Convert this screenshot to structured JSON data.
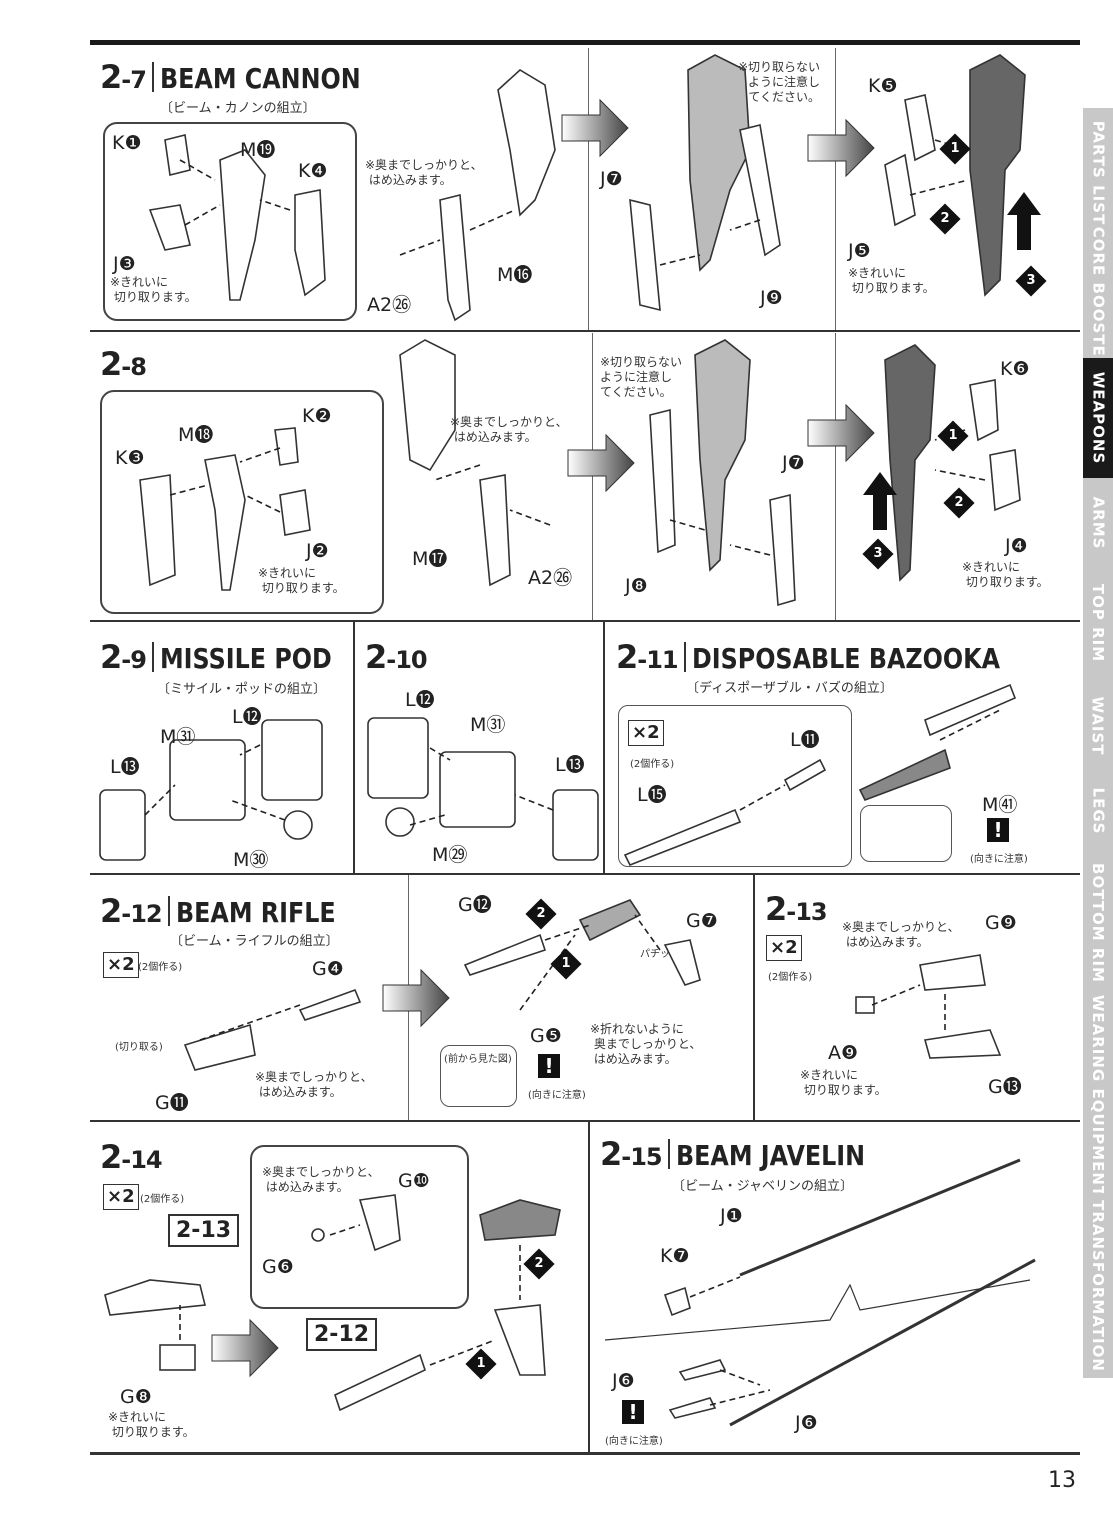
{
  "sections": {
    "s27": {
      "num_main": "2",
      "num_sub": "-7",
      "title": "BEAM CANNON",
      "jp": "〔ビーム・カノンの組立〕",
      "labels": {
        "k1": "K❶",
        "m19": "M⓳",
        "k4": "K❹",
        "j3": "J❸",
        "a26": "A2㉖",
        "m16": "M⓰",
        "j7": "J❼",
        "j9": "J❾",
        "k5": "K❺",
        "j5": "J❺"
      },
      "notes": {
        "clean": "※きれいに\n 切り取ります。",
        "press": "※奥までしっかりと、\n はめ込みます。",
        "nocut": "※切り取らない\nように注意し\nてください。",
        "clean2": "※きれいに\n 切り取ります。"
      }
    },
    "s28": {
      "num_main": "2",
      "num_sub": "-8",
      "labels": {
        "m18": "M⓲",
        "k2": "K❷",
        "k3": "K❸",
        "j2": "J❷",
        "m17": "M⓱",
        "a26": "A2㉖",
        "j8": "J❽",
        "j7": "J❼",
        "k6": "K❻",
        "j4": "J❹"
      },
      "notes": {
        "clean": "※きれいに\n 切り取ります。",
        "press": "※奥までしっかりと、\n はめ込みます。",
        "nocut": "※切り取らない\nように注意し\nてください。",
        "clean2": "※きれいに\n 切り取ります。"
      }
    },
    "s29": {
      "num_main": "2",
      "num_sub": "-9",
      "title": "MISSILE POD",
      "jp": "〔ミサイル・ポッドの組立〕",
      "labels": {
        "l12": "L⓬",
        "m31": "M㉛",
        "l13": "L⓭",
        "m30": "M㉚"
      }
    },
    "s210": {
      "num_main": "2",
      "num_sub": "-10",
      "labels": {
        "l12": "L⓬",
        "m31": "M㉛",
        "l13": "L⓭",
        "m29": "M㉙"
      }
    },
    "s211": {
      "num_main": "2",
      "num_sub": "-11",
      "title": "DISPOSABLE BAZOOKA",
      "jp": "〔ディスポーザブル・バズの組立〕",
      "x2": "×2",
      "x2note": "(2個作る)",
      "labels": {
        "l11": "L⓫",
        "l15": "L⓯",
        "m41": "M㊶"
      },
      "caution": "(向きに注意)"
    },
    "s212": {
      "num_main": "2",
      "num_sub": "-12",
      "title": "BEAM RIFLE",
      "jp": "〔ビーム・ライフルの組立〕",
      "x2": "×2",
      "x2note": "(2個作る)",
      "cutnote": "(切り取る)",
      "labels": {
        "g4": "G❹",
        "g11": "G⓫",
        "g12": "G⓬",
        "g7": "G❼",
        "g5": "G❺"
      },
      "notes": {
        "press": "※奥までしっかりと、\n はめ込みます。",
        "nobreak": "※折れないように\n 奥までしっかりと、\n はめ込みます。"
      },
      "front": "(前から見た図)",
      "caution": "(向きに注意)",
      "snap": "パチッ"
    },
    "s213": {
      "num_main": "2",
      "num_sub": "-13",
      "x2": "×2",
      "x2note": "(2個作る)",
      "labels": {
        "g9": "G❾",
        "a9": "A❾",
        "g13": "G⓭"
      },
      "notes": {
        "press": "※奥までしっかりと、\n はめ込みます。",
        "clean": "※きれいに\n 切り取ります。"
      }
    },
    "s214": {
      "num_main": "2",
      "num_sub": "-14",
      "x2": "×2",
      "x2note": "(2個作る)",
      "ref213": "2-13",
      "ref212": "2-12",
      "labels": {
        "g8": "G❽",
        "g10": "G❿",
        "g6": "G❻"
      },
      "notes": {
        "clean": "※きれいに\n 切り取ります。",
        "press": "※奥までしっかりと、\n はめ込みます。"
      }
    },
    "s215": {
      "num_main": "2",
      "num_sub": "-15",
      "title": "BEAM JAVELIN",
      "jp": "〔ビーム・ジャベリンの組立〕",
      "labels": {
        "j1": "J❶",
        "k7": "K❼",
        "j6a": "J❻",
        "j6b": "J❻"
      },
      "caution": "(向きに注意)"
    }
  },
  "markers": {
    "one": "1",
    "two": "2",
    "three": "3"
  },
  "excl": "!",
  "tabs": [
    {
      "label": "PARTS LIST",
      "active": false
    },
    {
      "label": "CORE BOOSTER",
      "active": false
    },
    {
      "label": "WEAPONS",
      "active": true
    },
    {
      "label": "ARMS",
      "active": false
    },
    {
      "label": "TOP RIM",
      "active": false
    },
    {
      "label": "WAIST",
      "active": false
    },
    {
      "label": "LEGS",
      "active": false
    },
    {
      "label": "BOTTOM RIM",
      "active": false
    },
    {
      "label": "WEARING EQUIPMENT",
      "active": false
    },
    {
      "label": "TRANSFORMATION",
      "active": false
    }
  ],
  "page_number": "13"
}
